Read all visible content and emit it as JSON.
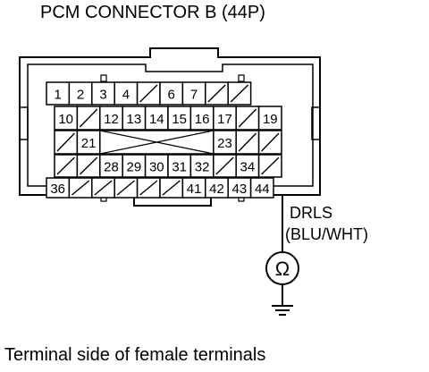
{
  "title": "PCM CONNECTOR B (44P)",
  "rows": [
    [
      "1",
      "2",
      "3",
      "4",
      "",
      "6",
      "7",
      "",
      ""
    ],
    [
      "10",
      "",
      "12",
      "13",
      "14",
      "15",
      "16",
      "17",
      "",
      "19"
    ],
    [
      "",
      "21",
      "",
      "",
      "",
      "",
      "",
      "23",
      "",
      ""
    ],
    [
      "",
      "",
      "28",
      "29",
      "30",
      "31",
      "32",
      "",
      "34",
      ""
    ],
    [
      "36",
      "",
      "",
      "",
      "",
      "",
      "41",
      "42",
      "43",
      "44"
    ]
  ],
  "probe_terminal": "44",
  "wire": {
    "name": "DRLS",
    "color": "(BLU/WHT)"
  },
  "meter_symbol": "Ω",
  "footer": "Terminal side of female terminals"
}
